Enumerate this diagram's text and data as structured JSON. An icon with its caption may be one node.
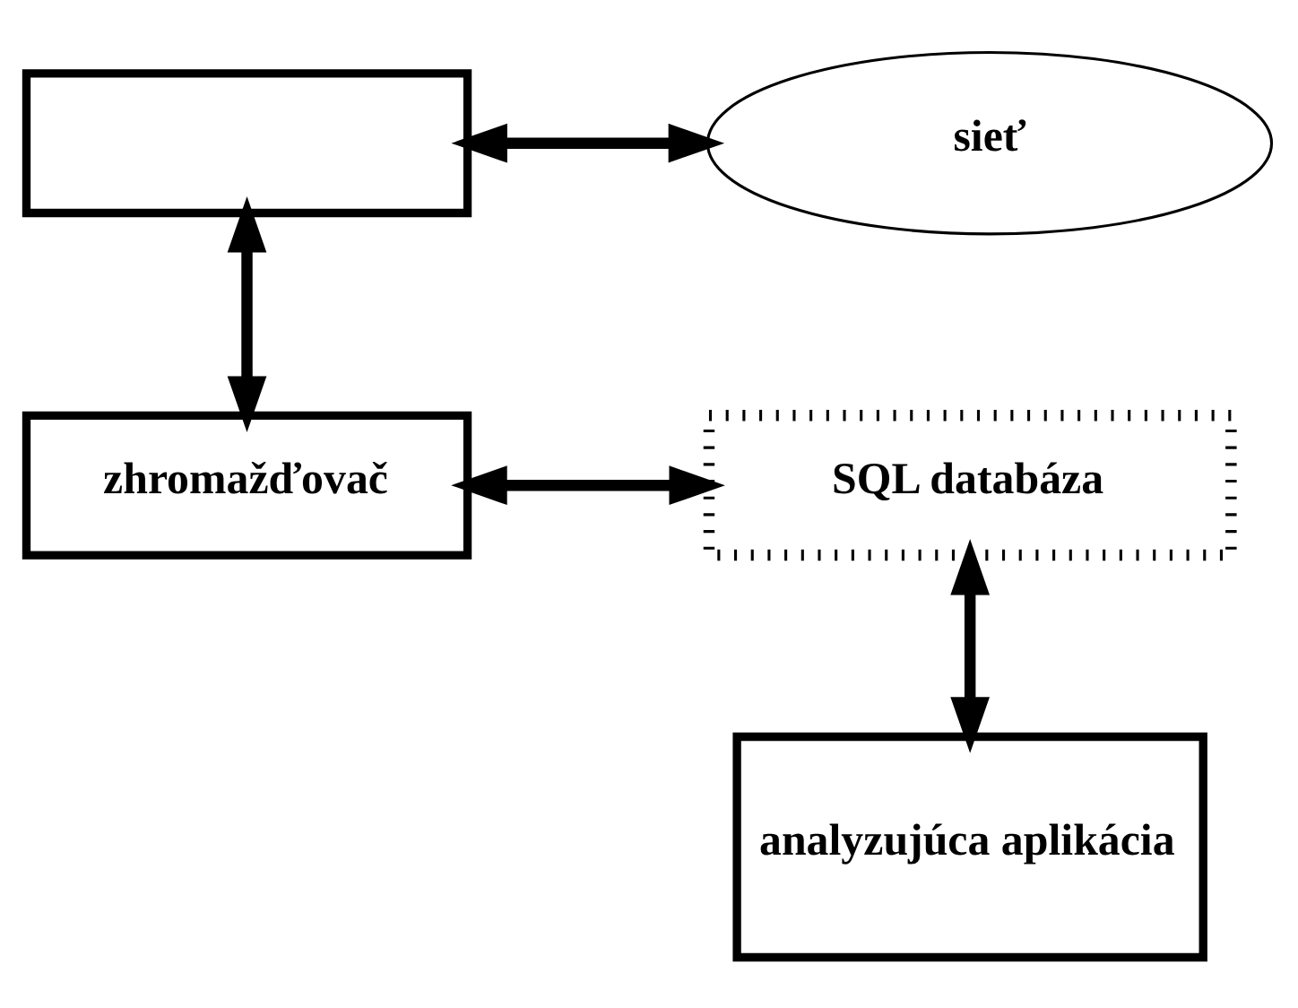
{
  "diagram": {
    "nodes": [
      {
        "text": [],
        "shape": "box"
      },
      {
        "text": [
          "sieť"
        ]
      },
      {
        "text": [
          "zhromažďovač"
        ]
      },
      {
        "text": [
          "SQL databáza"
        ]
      },
      {
        "text": [
          "analyzujúca aplikácia"
        ]
      }
    ],
    "edges": [
      {
        "from": 0,
        "to": 1,
        "arrow": "both"
      },
      {
        "from": 0,
        "to": 2,
        "arrow": "both"
      },
      {
        "from": 2,
        "to": 3,
        "arrow": "both"
      },
      {
        "from": 3,
        "to": 4,
        "arrow": "both"
      }
    ]
  }
}
